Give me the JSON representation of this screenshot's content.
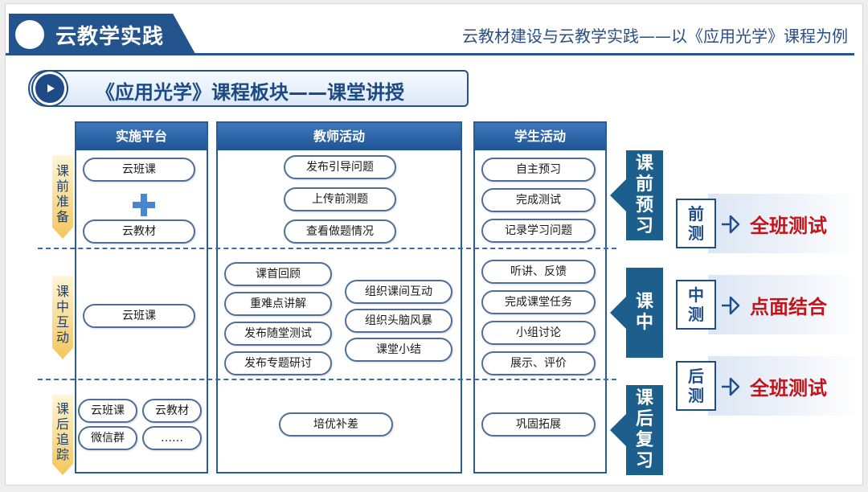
{
  "header": {
    "title": "云教学实践",
    "subtitle": "云教材建设与云教学实践——以《应用光学》课程为例"
  },
  "banner": {
    "title": "《应用光学》课程板块——课堂讲授"
  },
  "columns": {
    "platform": {
      "title": "实施平台",
      "pre": [
        "云班课",
        "云教材"
      ],
      "mid": [
        "云班课"
      ],
      "post": [
        "云班课",
        "云教材",
        "微信群",
        "……"
      ]
    },
    "teacher": {
      "title": "教师活动",
      "pre": [
        "发布引导问题",
        "上传前测题",
        "查看做题情况"
      ],
      "mid_left": [
        "课首回顾",
        "重难点讲解",
        "发布随堂测试",
        "发布专题研讨"
      ],
      "mid_right": [
        "组织课间互动",
        "组织头脑风暴",
        "课堂小结"
      ],
      "post": [
        "培优补差"
      ]
    },
    "student": {
      "title": "学生活动",
      "pre": [
        "自主预习",
        "完成测试",
        "记录学习问题"
      ],
      "mid": [
        "听讲、反馈",
        "完成课堂任务",
        "小组讨论",
        "展示、评价"
      ],
      "post": [
        "巩固拓展"
      ]
    }
  },
  "rows": [
    {
      "label": [
        "课",
        "前",
        "准",
        "备"
      ]
    },
    {
      "label": [
        "课",
        "中",
        "互",
        "动"
      ]
    },
    {
      "label": [
        "课",
        "后",
        "追",
        "踪"
      ]
    }
  ],
  "stages": [
    {
      "chars": [
        "课",
        "前",
        "预",
        "习"
      ]
    },
    {
      "chars": [
        "课",
        "中"
      ]
    },
    {
      "chars": [
        "课",
        "后",
        "复",
        "习"
      ]
    }
  ],
  "results": [
    {
      "label": [
        "前",
        "测"
      ],
      "text": "全班测试"
    },
    {
      "label": [
        "中",
        "测"
      ],
      "text": "点面结合"
    },
    {
      "label": [
        "后",
        "测"
      ],
      "text": "全班测试"
    }
  ],
  "colors": {
    "primary": "#24548e",
    "stage": "#1c5f8c",
    "result_text": "#c0161b",
    "row_label": "#f4c55c"
  }
}
